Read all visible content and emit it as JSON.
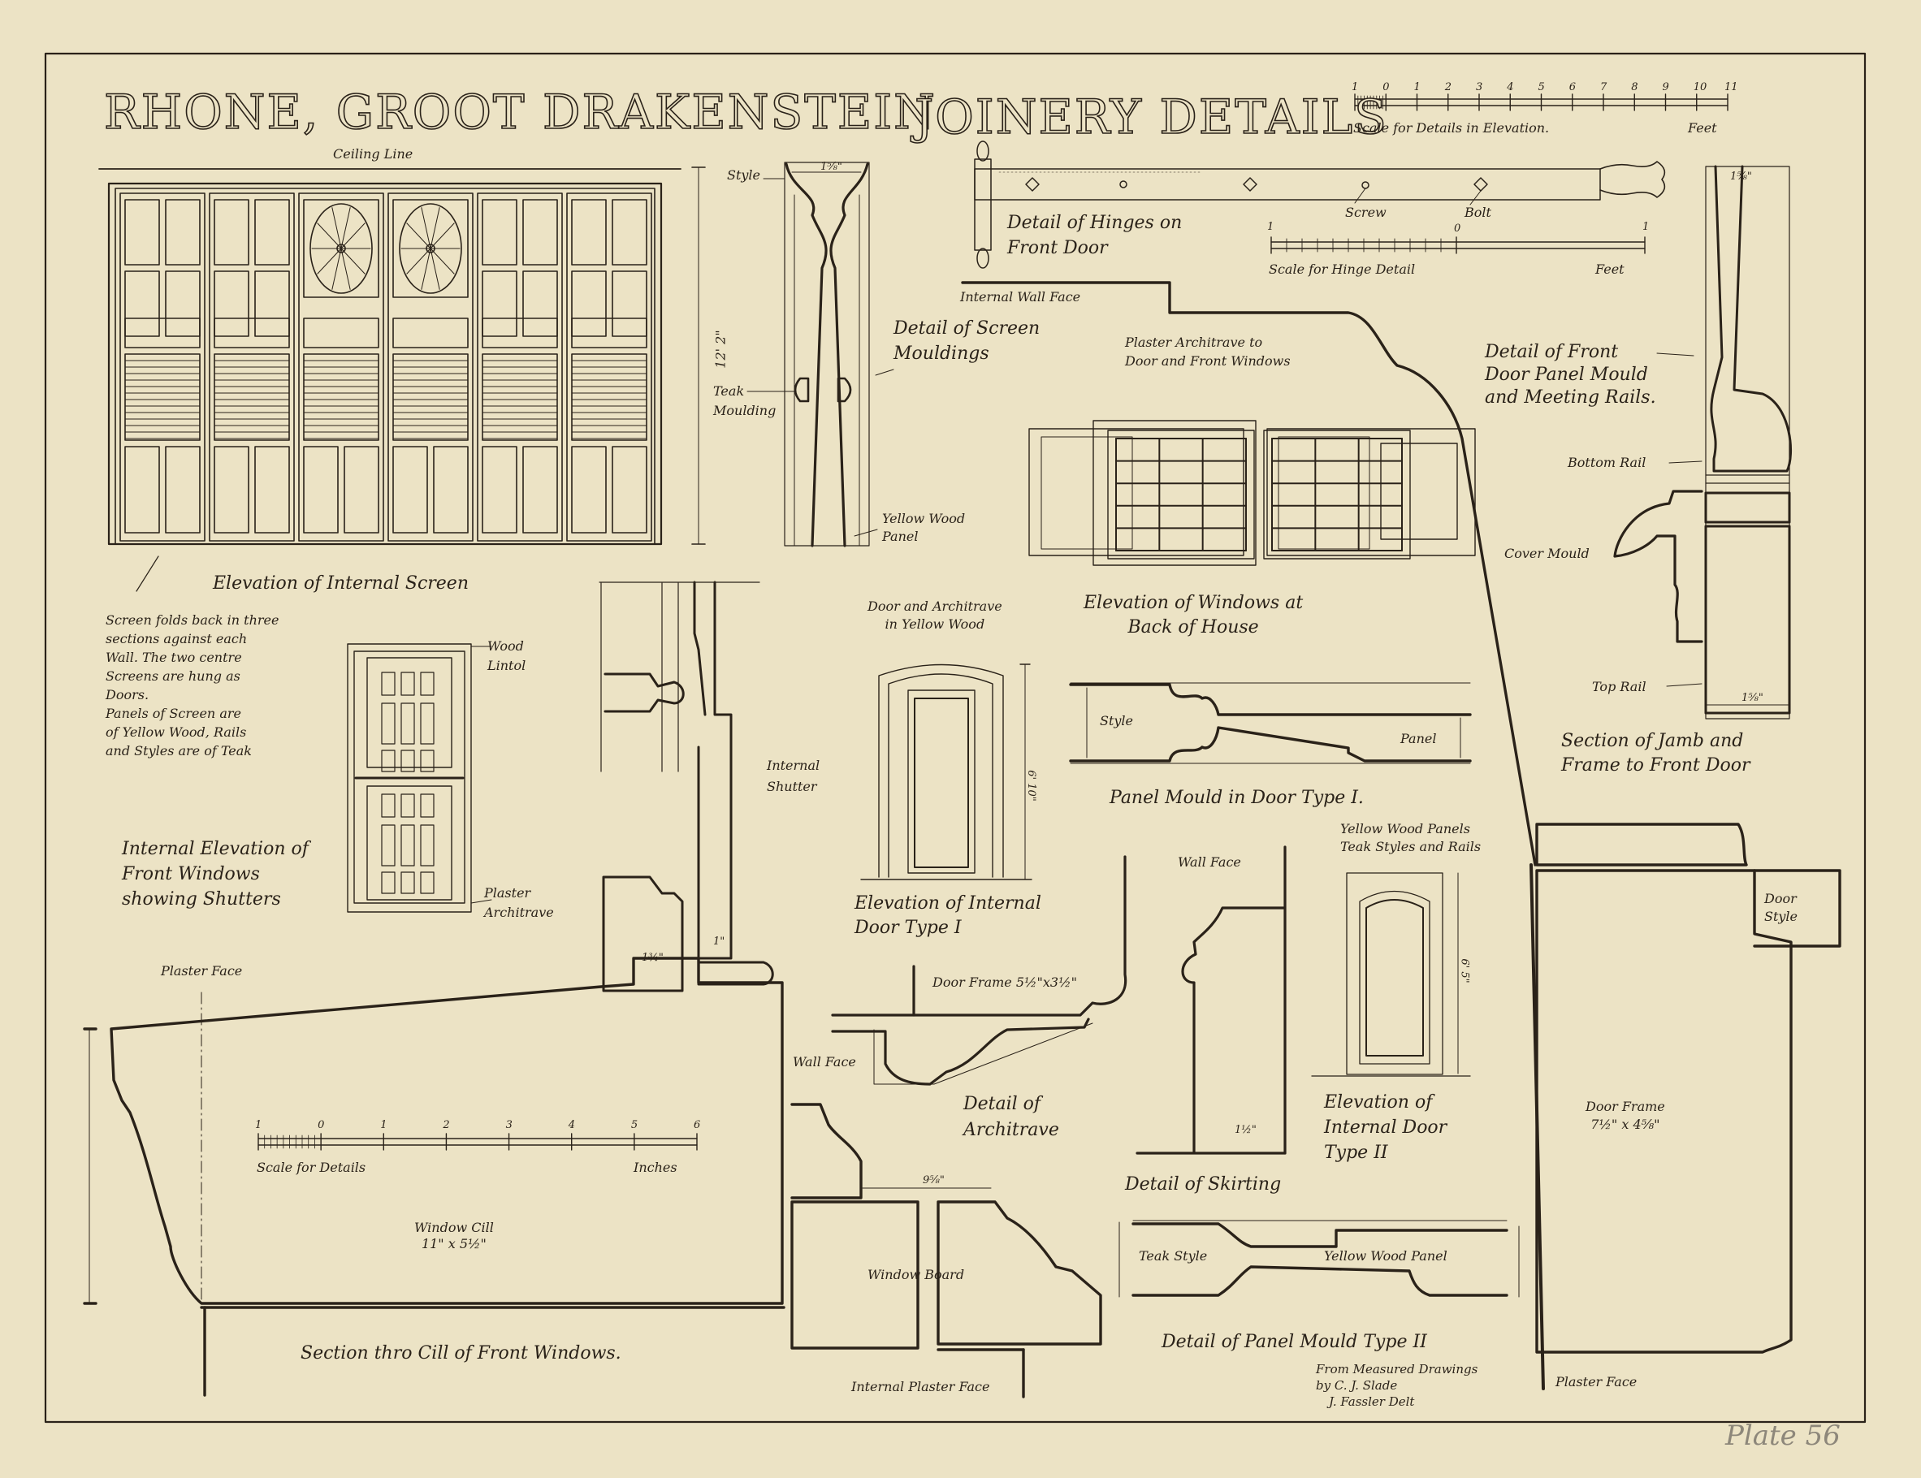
{
  "sheet": {
    "title_left": "RHONE, GROOT DRAKENSTEIN",
    "title_right": "JOINERY DETAILS",
    "plate_number": "Plate 56",
    "credits": [
      "From Measured Drawings",
      "by C. J. Slade",
      "J. Fassler Delt"
    ]
  },
  "scales": {
    "elevation": {
      "caption": "Scale for Details in Elevation.",
      "unit": "Feet",
      "ticks": [
        "1",
        "0",
        "1",
        "2",
        "3",
        "4",
        "5",
        "6",
        "7",
        "8",
        "9",
        "10",
        "11"
      ]
    },
    "hinge": {
      "caption": "Scale for Hinge Detail",
      "unit": "Feet",
      "ticks": [
        "1",
        "0",
        "1"
      ]
    },
    "details": {
      "caption": "Scale for Details",
      "unit": "Inches",
      "ticks": [
        "1",
        "0",
        "1",
        "2",
        "3",
        "4",
        "5",
        "6"
      ]
    }
  },
  "drawings": {
    "internal_screen": {
      "caption": "Elevation of Internal Screen",
      "ceiling_label": "Ceiling Line",
      "height_dim": "12' 2\"",
      "note": [
        "Screen folds back in three",
        "sections against each",
        "Wall. The two centre",
        "Screens are hung as",
        "Doors.",
        "Panels of Screen are",
        "of Yellow Wood, Rails",
        "and Styles are of Teak"
      ]
    },
    "screen_mouldings": {
      "caption": [
        "Detail of Screen",
        "Mouldings"
      ],
      "labels": {
        "style": "Style",
        "teak_moulding": [
          "Teak",
          "Moulding"
        ],
        "yellow_wood_panel": [
          "Yellow Wood",
          "Panel"
        ]
      },
      "width_dim": "1⅝\""
    },
    "hinges": {
      "caption": [
        "Detail of Hinges on",
        "Front Door"
      ],
      "labels": {
        "screw": "Screw",
        "bolt": "Bolt"
      }
    },
    "plaster_architrave": {
      "labels": {
        "internal_wall_face": "Internal Wall Face",
        "architrave": [
          "Plaster Architrave to",
          "Door and Front Windows"
        ]
      }
    },
    "front_door_panel": {
      "caption": [
        "Detail of Front",
        "Door Panel Mould",
        "and Meeting Rails."
      ],
      "width_dim": "1⅝\""
    },
    "jamb_section": {
      "caption": [
        "Section of Jamb and",
        "Frame to Front Door"
      ],
      "labels": {
        "bottom_rail": "Bottom Rail",
        "cover_mould": "Cover Mould",
        "top_rail": "Top Rail"
      },
      "width_dim": "1⅝\""
    },
    "back_windows": {
      "caption": [
        "Elevation of Windows at",
        "Back of House"
      ]
    },
    "front_windows": {
      "caption": [
        "Internal Elevation of",
        "Front Windows",
        "showing Shutters"
      ],
      "labels": {
        "wood_lintol": [
          "Wood",
          "Lintol"
        ],
        "plaster_architrave": [
          "Plaster",
          "Architrave"
        ]
      }
    },
    "internal_shutter": {
      "label": [
        "Internal",
        "Shutter"
      ],
      "dims": [
        "1\"",
        "1¾\""
      ]
    },
    "door_type_1": {
      "caption": [
        "Elevation of Internal",
        "Door Type I"
      ],
      "note": [
        "Door and Architrave",
        "in Yellow Wood"
      ],
      "height_dim": "6' 10\""
    },
    "panel_mould_type_1": {
      "caption": "Panel Mould in Door Type I.",
      "labels": {
        "style": "Style",
        "panel": "Panel"
      }
    },
    "architrave": {
      "caption": [
        "Detail of",
        "Architrave"
      ],
      "labels": {
        "door_frame": "Door Frame 5½\"x3½\"",
        "wall_face": "Wall Face"
      }
    },
    "skirting": {
      "caption": "Detail of Skirting",
      "labels": {
        "wall_face": "Wall Face"
      },
      "dims": [
        "1½\""
      ]
    },
    "door_type_2": {
      "caption": [
        "Elevation of",
        "Internal Door",
        "Type II"
      ],
      "note": [
        "Yellow Wood Panels",
        "Teak Styles and Rails"
      ],
      "height_dim": "6' 5\""
    },
    "door_frame": {
      "label": [
        "Door Frame",
        "7½\" x 4⅝\""
      ],
      "door_style": [
        "Door",
        "Style"
      ],
      "plaster_face": "Plaster Face"
    },
    "panel_mould_type_2": {
      "caption": "Detail of Panel Mould Type II",
      "labels": {
        "teak_style": "Teak Style",
        "yellow_wood_panel": "Yellow Wood Panel"
      }
    },
    "window_cill": {
      "caption": "Section thro Cill of Front Windows.",
      "labels": {
        "plaster_face": "Plaster Face",
        "cill": [
          "Window Cill",
          "11\" x 5½\""
        ],
        "window_board": "Window Board",
        "internal_plaster_face": "Internal Plaster Face"
      },
      "dims": [
        "9⅝\""
      ]
    }
  }
}
